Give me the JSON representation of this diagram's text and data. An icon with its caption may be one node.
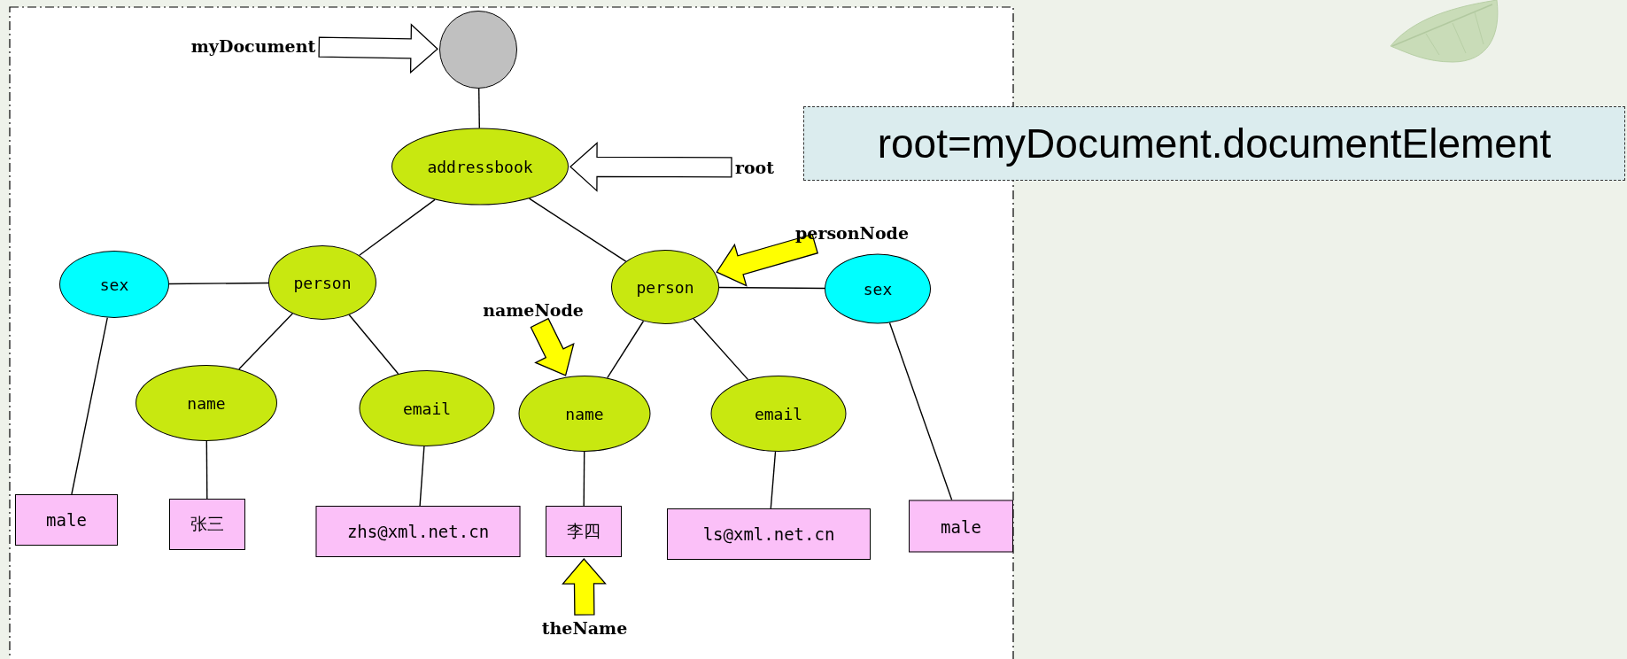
{
  "diagram": {
    "nodes": [
      {
        "text": [
          "myDocument"
        ]
      },
      {
        "text": [],
        "shape": "circle"
      },
      {
        "text": [
          "root=myDocument.documentElement"
        ]
      },
      {
        "text": [
          "addressbook"
        ]
      },
      {
        "text": [
          "root"
        ]
      },
      {
        "text": [
          "personNode"
        ]
      },
      {
        "text": [
          "sex"
        ]
      },
      {
        "text": [
          "person"
        ]
      },
      {
        "text": [
          "person"
        ]
      },
      {
        "text": [
          "sex"
        ]
      },
      {
        "text": [
          "nameNode"
        ]
      },
      {
        "text": [
          "name"
        ]
      },
      {
        "text": [
          "email"
        ]
      },
      {
        "text": [
          "name"
        ]
      },
      {
        "text": [
          "email"
        ]
      },
      {
        "text": [
          "male"
        ]
      },
      {
        "text": [
          "张三"
        ]
      },
      {
        "text": [
          "zhs@xml.net.cn"
        ]
      },
      {
        "text": [
          "李四"
        ]
      },
      {
        "text": [
          "ls@xml.net.cn"
        ]
      },
      {
        "text": [
          "male"
        ]
      },
      {
        "text": [
          "theName"
        ]
      }
    ],
    "edges": [
      {
        "from": 0,
        "to": 1,
        "arrow": "to",
        "style": "thick"
      },
      {
        "from": 4,
        "to": 3,
        "arrow": "to",
        "style": "thick"
      },
      {
        "from": 5,
        "to": 8,
        "arrow": "to",
        "style": "thick",
        "color": "#ffff00"
      },
      {
        "from": 10,
        "to": 13,
        "arrow": "to",
        "style": "thick",
        "color": "#ffff00"
      },
      {
        "from": 21,
        "to": 18,
        "arrow": "to",
        "style": "thick",
        "color": "#ffff00"
      },
      {
        "from": 1,
        "to": 3,
        "arrow": "none"
      },
      {
        "from": 3,
        "to": 7,
        "arrow": "none"
      },
      {
        "from": 3,
        "to": 8,
        "arrow": "none"
      },
      {
        "from": 7,
        "to": 6,
        "arrow": "none"
      },
      {
        "from": 8,
        "to": 9,
        "arrow": "none"
      },
      {
        "from": 7,
        "to": 11,
        "arrow": "none"
      },
      {
        "from": 7,
        "to": 12,
        "arrow": "none"
      },
      {
        "from": 8,
        "to": 13,
        "arrow": "none"
      },
      {
        "from": 8,
        "to": 14,
        "arrow": "none"
      },
      {
        "from": 6,
        "to": 15,
        "arrow": "none"
      },
      {
        "from": 11,
        "to": 16,
        "arrow": "none"
      },
      {
        "from": 12,
        "to": 17,
        "arrow": "none"
      },
      {
        "from": 13,
        "to": 18,
        "arrow": "none"
      },
      {
        "from": 14,
        "to": 19,
        "arrow": "none"
      },
      {
        "from": 9,
        "to": 20,
        "arrow": "none"
      }
    ]
  }
}
